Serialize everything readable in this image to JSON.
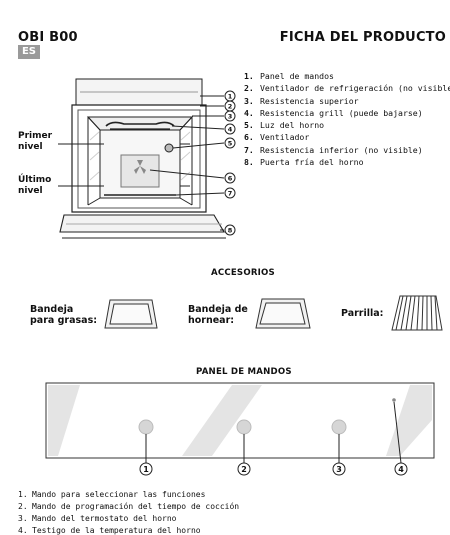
{
  "header": {
    "model": "OBI B00",
    "lang_badge": "ES",
    "title": "FICHA DEL PRODUCTO"
  },
  "oven": {
    "level_first": [
      "Primer",
      "nivel"
    ],
    "level_last": [
      "Último",
      "nivel"
    ],
    "callout_numbers": [
      "1",
      "2",
      "3",
      "4",
      "5",
      "6",
      "7",
      "8"
    ],
    "parts": [
      {
        "num": "1.",
        "label": "Panel de mandos"
      },
      {
        "num": "2.",
        "label": "Ventilador de refrigeración (no visible)"
      },
      {
        "num": "3.",
        "label": "Resistencia superior"
      },
      {
        "num": "4.",
        "label": "Resistencia grill (puede bajarse)"
      },
      {
        "num": "5.",
        "label": "Luz del horno"
      },
      {
        "num": "6.",
        "label": "Ventilador"
      },
      {
        "num": "7.",
        "label": "Resistencia inferior (no visible)"
      },
      {
        "num": "8.",
        "label": "Puerta fría del horno"
      }
    ]
  },
  "accessories": {
    "title": "ACCESORIOS",
    "items": [
      {
        "label": [
          "Bandeja",
          "para grasas:"
        ],
        "icon": "drip-tray-icon"
      },
      {
        "label": [
          "Bandeja de",
          "hornear:"
        ],
        "icon": "baking-tray-icon"
      },
      {
        "label": [
          "Parrilla:"
        ],
        "icon": "grill-rack-icon"
      }
    ]
  },
  "control_panel": {
    "title": "PANEL DE MANDOS",
    "callout_numbers": [
      "1",
      "2",
      "3",
      "4"
    ],
    "functions": [
      {
        "num": "1.",
        "label": "Mando para seleccionar las funciones"
      },
      {
        "num": "2.",
        "label": "Mando de programación del tiempo de cocción"
      },
      {
        "num": "3.",
        "label": "Mando del termostato del horno"
      },
      {
        "num": "4.",
        "label": "Testigo de la temperatura del horno"
      }
    ]
  }
}
